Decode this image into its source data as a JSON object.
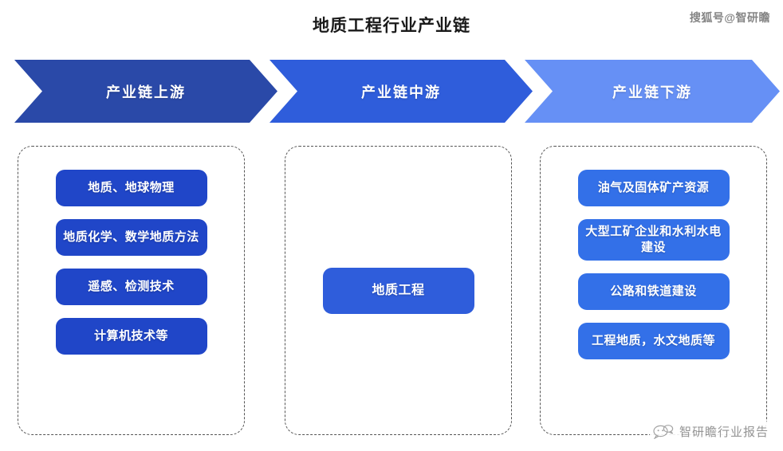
{
  "header": {
    "title": "地质工程行业产业链",
    "watermark_top": "搜狐号@智研瞻"
  },
  "banners": [
    {
      "label": "产业链上游",
      "color": "#2a49a8"
    },
    {
      "label": "产业链中游",
      "color": "#2f5ddb"
    },
    {
      "label": "产业链下游",
      "color": "#6690f5"
    }
  ],
  "columns": {
    "upstream": {
      "color": "#2046c8",
      "nodes": [
        {
          "label": "地质、地球物理"
        },
        {
          "label": "地质化学、数学地质方法"
        },
        {
          "label": "遥感、检测技术"
        },
        {
          "label": "计算机技术等"
        }
      ]
    },
    "midstream": {
      "color": "#2f5ddb",
      "nodes": [
        {
          "label": "地质工程"
        }
      ]
    },
    "downstream": {
      "color": "#3370e8",
      "nodes": [
        {
          "label": "油气及固体矿产资源"
        },
        {
          "label": "大型工矿企业和水利水电建设"
        },
        {
          "label": "公路和铁道建设"
        },
        {
          "label": "工程地质，水文地质等"
        }
      ]
    }
  },
  "footer": {
    "watermark_bottom": "智研瞻行业报告",
    "watermark_icon": "speech-bubble-icon"
  }
}
